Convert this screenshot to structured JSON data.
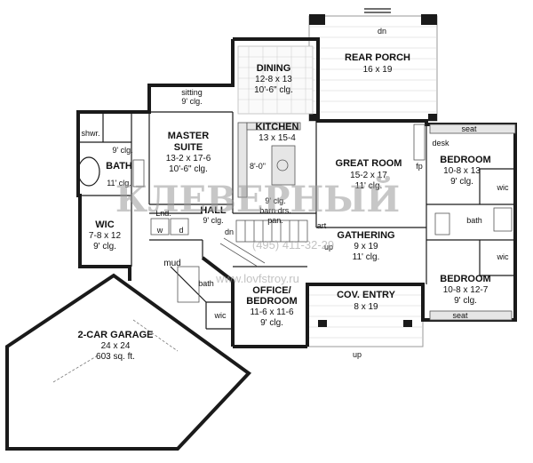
{
  "rooms": {
    "rear_porch": {
      "name": "REAR PORCH",
      "dim": "16 x 19"
    },
    "dining": {
      "name": "DINING",
      "dim": "12-8 x 13",
      "clg": "10'-6\" clg."
    },
    "sitting": {
      "name": "sitting",
      "clg": "9' clg."
    },
    "master": {
      "name1": "MASTER",
      "name2": "SUITE",
      "dim": "13-2 x 17-6",
      "clg": "10'-6\" clg."
    },
    "kitchen": {
      "name": "KITCHEN",
      "dim": "13 x 15-4"
    },
    "great_room": {
      "name": "GREAT ROOM",
      "dim": "15-2 x 17",
      "clg": "11' clg."
    },
    "bedroom1": {
      "name": "BEDROOM",
      "dim": "10-8 x 13",
      "clg": "9' clg."
    },
    "bath_master": {
      "name": "BATH",
      "clg": "11' clg."
    },
    "shwr": {
      "name": "shwr."
    },
    "wc_master": {
      "clg": "9' clg."
    },
    "wic_master": {
      "name": "WIC",
      "dim": "7-8 x 12",
      "clg": "9' clg."
    },
    "lnd": {
      "name": "Lnd."
    },
    "hall": {
      "name": "HALL",
      "clg": "9' clg."
    },
    "mud": {
      "name": "mud"
    },
    "bath_office": {
      "name": "bath"
    },
    "wic_office": {
      "name": "wic"
    },
    "office": {
      "name1": "OFFICE/",
      "name2": "BEDROOM",
      "dim": "11-6 x 11-6",
      "clg": "9' clg."
    },
    "gathering": {
      "name": "GATHERING",
      "dim": "9 x 19",
      "clg": "11' clg."
    },
    "cov_entry": {
      "name": "COV. ENTRY",
      "dim": "8 x 19"
    },
    "bedroom2": {
      "name": "BEDROOM",
      "dim": "10-8 x 12-7",
      "clg": "9' clg."
    },
    "bath_small": {
      "name": "bath"
    },
    "wic_b1": {
      "name": "wic"
    },
    "wic_b2": {
      "name": "wic"
    },
    "garage": {
      "name": "2-CAR GARAGE",
      "dim": "24 x 24",
      "area": "603 sq. ft."
    }
  },
  "notes": {
    "dn_top": "dn",
    "dn_hall": "dn",
    "up_gather": "up",
    "up_entry": "up",
    "seat_top": "seat",
    "seat_bottom": "seat",
    "desk": "desk",
    "fp": "fp",
    "art": "art",
    "barn": "barn drs.",
    "pan": "pan.",
    "kitchen_clg": "9' clg.",
    "island_dim": "8'-0\"",
    "w": "w",
    "d": "d"
  },
  "watermark": {
    "main": "КЛЕВЕРНЫЙ",
    "phone": "(495) 411-32-29",
    "url": "www.lovfstroy.ru"
  }
}
